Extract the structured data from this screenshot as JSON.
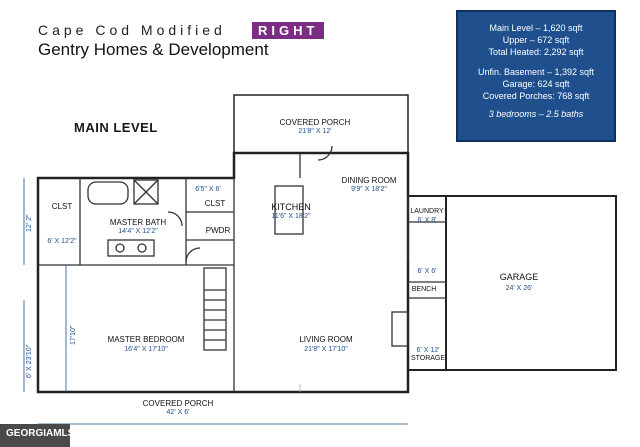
{
  "header": {
    "plan_name": "Cape Cod Modified",
    "orientation": "RIGHT",
    "builder": "Gentry Homes & Development",
    "level": "MAIN LEVEL"
  },
  "summary": {
    "main_level": "Main Level – 1,620 sqft",
    "upper": "Upper – 672 sqft",
    "total": "Total Heated:  2,292 sqft",
    "basement": "Unfin. Basement – 1,392 sqft",
    "garage": "Garage: 624 sqft",
    "porches": "Covered Porches: 768 sqft",
    "beds_baths": "3 bedrooms – 2.5 baths"
  },
  "rooms": {
    "covered_porch_rear": {
      "name": "COVERED PORCH",
      "dim": "21'8\" X 12'"
    },
    "dining": {
      "name": "DINING ROOM",
      "dim": "9'9\" X 18'2\""
    },
    "kitchen": {
      "name": "KITCHEN",
      "dim": "11'6\" X 18'2\""
    },
    "laundry": {
      "name": "LAUNDRY",
      "dim": "6' X 8'"
    },
    "hall": {
      "dim": "6' X 6'"
    },
    "garage": {
      "name": "GARAGE",
      "dim": "24' X 26'"
    },
    "bench": {
      "name": "BENCH"
    },
    "storage": {
      "name": "STORAGE",
      "dim": "6' X 12'"
    },
    "clst_left": {
      "name": "CLST",
      "dim": "6' X 12'2\""
    },
    "clst_right": {
      "name": "CLST",
      "dim": "6'5\" X 6'"
    },
    "master_bath": {
      "name": "MASTER BATH",
      "dim": "14'4\" X 12'2\""
    },
    "pwdr": {
      "name": "PWDR"
    },
    "master_bed": {
      "name": "MASTER BEDROOM",
      "dim": "16'4\" X 17'10\""
    },
    "living": {
      "name": "LIVING ROOM",
      "dim": "21'8\" X 17'10\""
    },
    "covered_porch_front": {
      "name": "COVERED PORCH",
      "dim": "42' X 6'"
    }
  },
  "side_dims": {
    "left_top": "12' 2\"",
    "mid": "17'10\"",
    "left_bottom": "6' X 23'10\""
  },
  "watermark": "GEORGIAMLS"
}
